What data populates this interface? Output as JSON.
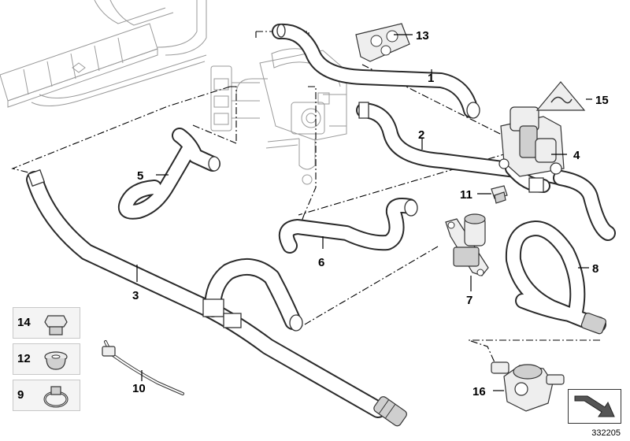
{
  "callouts": {
    "c1": "1",
    "c2": "2",
    "c3": "3",
    "c4": "4",
    "c5": "5",
    "c6": "6",
    "c7": "7",
    "c8": "8",
    "c9": "9",
    "c10": "10",
    "c11": "11",
    "c12": "12",
    "c13": "13",
    "c14": "14",
    "c15": "15",
    "c16": "16"
  },
  "reference_number": "332205",
  "icons": [
    "heater-core",
    "water-valve",
    "auxiliary-water-pump",
    "hose-clamp",
    "grommet",
    "holder",
    "cable-tie",
    "clip",
    "bracket",
    "warning-label",
    "navigation-arrow"
  ]
}
